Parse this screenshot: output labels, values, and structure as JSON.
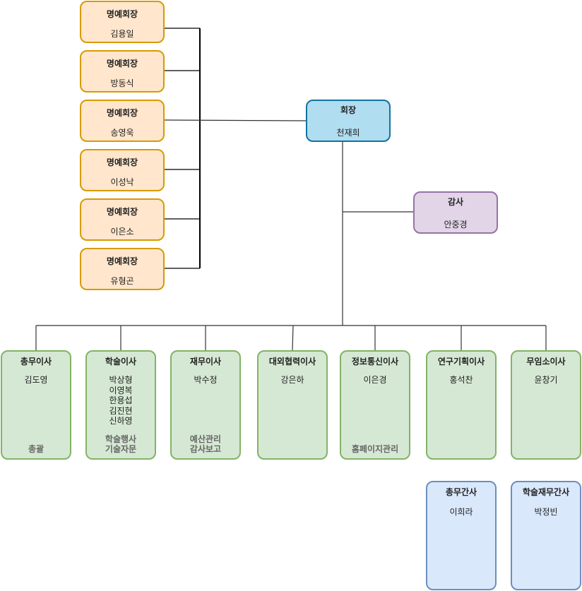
{
  "honorary": [
    {
      "title": "명예회장",
      "name": "김용일"
    },
    {
      "title": "명예회장",
      "name": "방동식"
    },
    {
      "title": "명예회장",
      "name": "송영욱"
    },
    {
      "title": "명예회장",
      "name": "이성낙"
    },
    {
      "title": "명예회장",
      "name": "이은소"
    },
    {
      "title": "명예회장",
      "name": "유형곤"
    }
  ],
  "president": {
    "title": "회장",
    "name": "천재희"
  },
  "auditor": {
    "title": "감사",
    "name": "안중경"
  },
  "directors": [
    {
      "title": "총무이사",
      "names": "김도영",
      "note": "총괄"
    },
    {
      "title": "학술이사",
      "names": "박상형\n이영복\n한용섭\n김진현\n신하영",
      "note": "학술행사\n기술자문"
    },
    {
      "title": "재무이사",
      "names": "박수정",
      "note": "예산관리\n감사보고"
    },
    {
      "title": "대외협력이사",
      "names": "강은하",
      "note": ""
    },
    {
      "title": "정보통신이사",
      "names": "이은경",
      "note": "홈페이지관리"
    },
    {
      "title": "연구기획이사",
      "names": "홍석찬",
      "note": ""
    },
    {
      "title": "무임소이사",
      "names": "윤창기",
      "note": ""
    }
  ],
  "secretaries": [
    {
      "title": "총무간사",
      "name": "이희라"
    },
    {
      "title": "학술재무간사",
      "name": "박정빈"
    }
  ]
}
